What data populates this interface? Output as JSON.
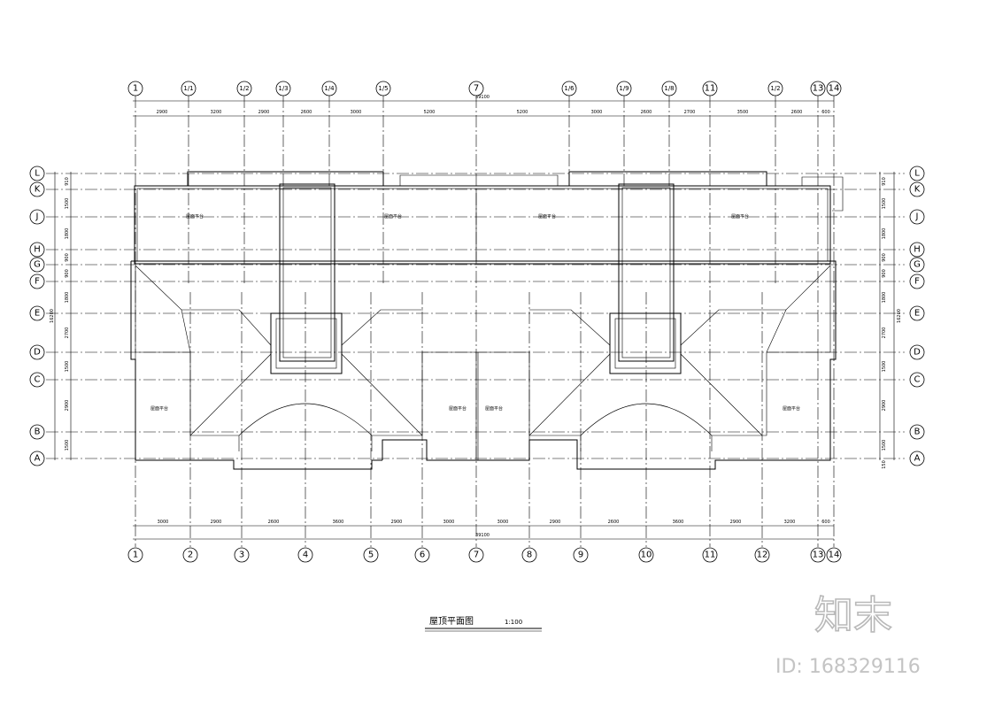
{
  "plan": {
    "title": "屋顶平面图",
    "scale": "1:100",
    "top_axes": [
      "1",
      "1/1",
      "1/2",
      "1/3",
      "1/4",
      "1/5",
      "7",
      "1/6",
      "1/9",
      "1/8",
      "11",
      "1/2",
      "13",
      "14"
    ],
    "bottom_axes": [
      "1",
      "2",
      "3",
      "4",
      "5",
      "6",
      "7",
      "8",
      "9",
      "10",
      "11",
      "12",
      "13",
      "14"
    ],
    "row_axes": [
      "L",
      "K",
      "J",
      "H",
      "G",
      "F",
      "E",
      "D",
      "C",
      "B",
      "A"
    ],
    "top_total_dim": "39100",
    "bottom_total_dim": "39100",
    "top_dims": [
      "2900",
      "3200",
      "2900",
      "2600",
      "3000",
      "5200",
      "5200",
      "3000",
      "2600",
      "2700",
      "3500",
      "2600",
      "600"
    ],
    "bottom_dims": [
      "3000",
      "2900",
      "2600",
      "3600",
      "2900",
      "3000",
      "3000",
      "2900",
      "2600",
      "3600",
      "2900",
      "3200",
      "600"
    ],
    "left_dims": [
      "910",
      "1500",
      "1800",
      "900",
      "900",
      "1800",
      "2700",
      "1500",
      "2900",
      "1500"
    ],
    "right_dims": [
      "910",
      "1500",
      "1800",
      "900",
      "900",
      "1800",
      "2700",
      "1500",
      "2900",
      "1500",
      "150"
    ],
    "side_total_left": "16200",
    "side_total_right": "16200",
    "room_labels": [
      "屋面平台",
      "屋面平台",
      "屋面平台",
      "屋面平台",
      "屋面平台",
      "屋面平台",
      "屋面平台"
    ]
  },
  "watermark": {
    "logo": "知末",
    "id": "ID: 168329116"
  }
}
